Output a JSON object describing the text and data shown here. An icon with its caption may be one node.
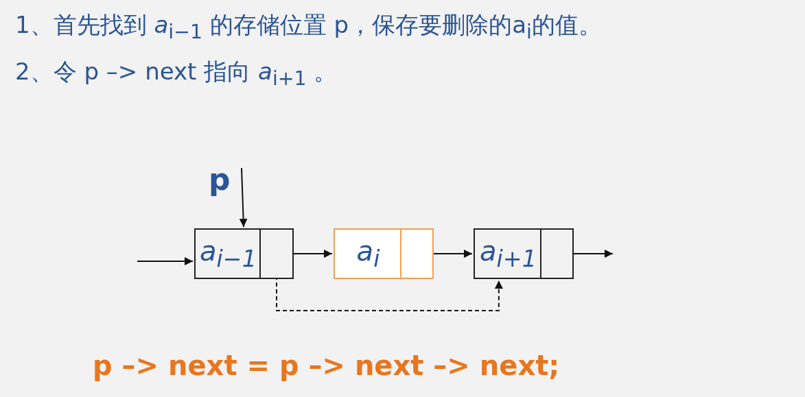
{
  "diagram": {
    "nodes": [
      {
        "text": [
          "p"
        ]
      },
      {
        "text": [
          "a$_{i−1}$"
        ]
      },
      {
        "text": [
          "a$_{i}$"
        ]
      },
      {
        "text": [
          "a$_{i+1}$"
        ]
      }
    ],
    "edges": [
      {
        "from": 0,
        "to": 1,
        "arrow": "to"
      },
      {
        "from": null,
        "to": 1,
        "arrow": "to"
      },
      {
        "from": 1,
        "to": 2,
        "arrow": "to"
      },
      {
        "from": 2,
        "to": 3,
        "arrow": "to"
      },
      {
        "from": 3,
        "to": null,
        "arrow": "to"
      },
      {
        "from": 1,
        "to": 3,
        "arrow": "to",
        "style": "dashed"
      }
    ],
    "labels": [
      "1、首先找到 *a*$_{i−1}$ 的存储位置 p，保存要删除的a$_{i}$的值。",
      "2、令 p –> next 指向 *a*$_{i+1}$ 。",
      "p –> next = p –> next –> next;"
    ]
  }
}
